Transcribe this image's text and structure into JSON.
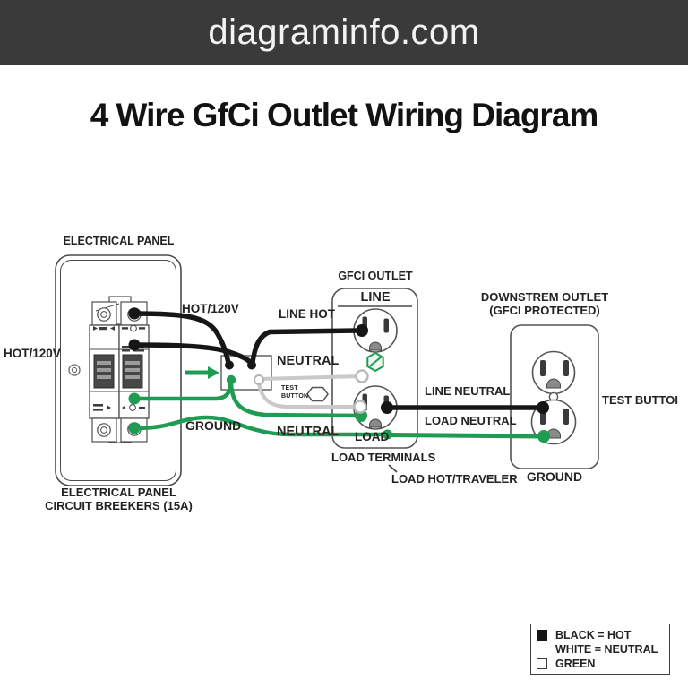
{
  "site": {
    "name": "diagraminfo.com"
  },
  "title": "4 Wire GfCi Outlet Wiring Diagram",
  "panel": {
    "label_top": "ELECTRICAL PANEL",
    "caption_line1": "ELECTRICAL PANEL",
    "caption_line2": "CIRCUIT BREEKERS (15A)",
    "hot_left": "HOT/120V",
    "hot_top": "HOT/120V",
    "ground": "GROUND"
  },
  "gfci": {
    "label": "GFCI OUTLET",
    "line_heading": "LINE",
    "load_heading": "LOAD",
    "test_button_line1": "TEST",
    "test_button_line2": "BUTTON",
    "line_hot": "LINE HOT",
    "neutral_upper": "NEUTRAL",
    "neutral_lower": "NEUTRAL",
    "load_terminals": "LOAD TERMINALS",
    "load_hot_traveler": "LOAD HOT/TRAVELER"
  },
  "downstream": {
    "label_line1": "DOWNSTREM OUTLET",
    "label_line2": "(GFCI PROTECTED)",
    "line_neutral": "LINE NEUTRAL",
    "load_neutral": "LOAD NEUTRAL",
    "test_button": "TEST BUTTOI",
    "ground": "GROUND"
  },
  "legend": {
    "rows": [
      {
        "swatch": "black",
        "text": "BLACK = HOT"
      },
      {
        "swatch": "white",
        "text": "WHITE = NEUTRAL"
      },
      {
        "swatch": "green-outline",
        "text": "GREEN"
      }
    ]
  },
  "colors": {
    "header_bg": "#3a3a3a",
    "wire_black": "#161616",
    "wire_white": "#c9c9c9",
    "wire_green": "#1d9c52",
    "text": "#222222"
  }
}
